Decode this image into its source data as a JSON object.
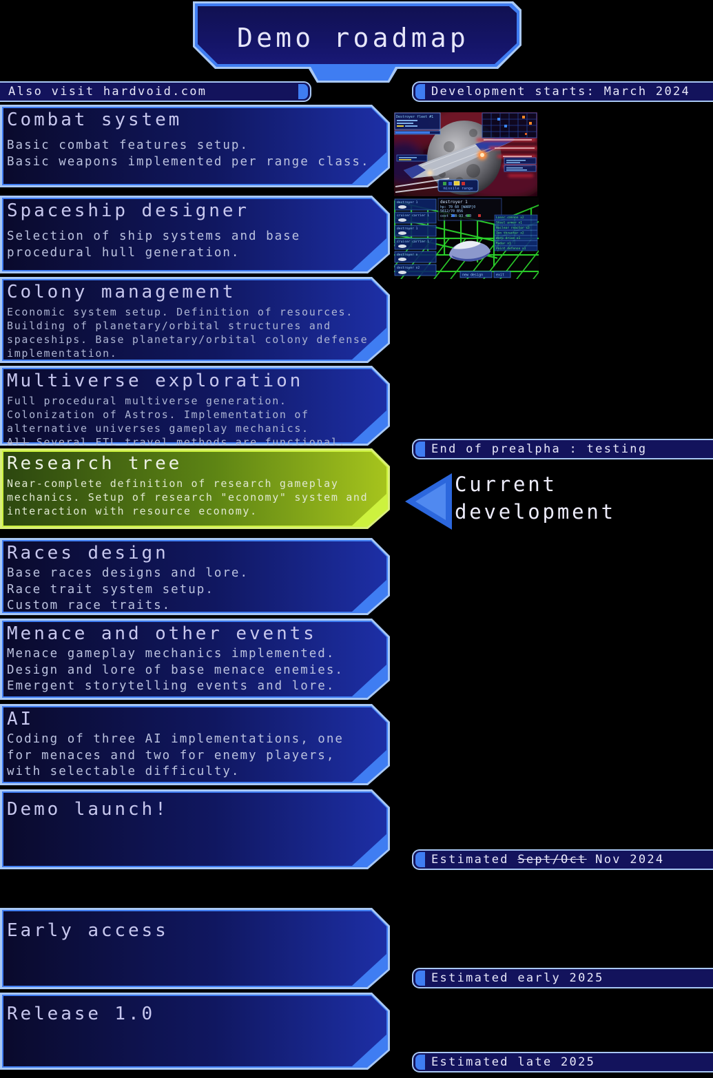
{
  "page_title": "Demo roadmap",
  "visit_banner": "Also visit hardvoid.com",
  "timeline": {
    "dev_start": "Development starts: March 2024",
    "prealpha_end": "End of prealpha : testing",
    "demo_estimate": {
      "pre": "Estimated ",
      "struck": "Sept/Oct",
      "post": " Nov 2024"
    },
    "early_access_estimate": "Estimated early 2025",
    "release_estimate": "Estimated late 2025"
  },
  "current_marker": "Current\ndevelopment",
  "cards": [
    {
      "title": "Combat system",
      "body": "Basic combat features setup.\nBasic weapons implemented per range class."
    },
    {
      "title": "Spaceship designer",
      "body": "Selection of ship systems and base\nprocedural hull generation."
    },
    {
      "title": "Colony management",
      "body": "Economic system setup. Definition of resources.\nBuilding of planetary/orbital structures and\nspaceships. Base planetary/orbital colony defense\nimplementation."
    },
    {
      "title": "Multiverse exploration",
      "body": "Full procedural multiverse generation.\nColonization of Astros. Implementation of\nalternative universes gameplay mechanics.\n",
      "struck": "All",
      "post": " Several FTL travel methods are functional."
    },
    {
      "title": "Research tree",
      "body": "Near-complete definition of research gameplay\nmechanics. Setup of research \"economy\" system and\ninteraction with resource economy."
    },
    {
      "title": "Races design",
      "body": "Base races designs and lore.\nRace trait system setup.\nCustom race traits."
    },
    {
      "title": "Menace and other events",
      "body": "Menace gameplay mechanics implemented.\nDesign and lore of base menace enemies.\nEmergent storytelling events and lore."
    },
    {
      "title": "AI",
      "body": "Coding of three AI implementations, one\nfor menaces and two for enemy players,\nwith selectable difficulty."
    },
    {
      "title": "Demo launch!"
    },
    {
      "title": "Early access"
    },
    {
      "title": "Release 1.0"
    }
  ],
  "screenshots": {
    "combat": {
      "hud_fleet": "Destroyer fleet #1",
      "range_label": "missile range"
    },
    "designer": {
      "header": "destroyer 1",
      "stats": [
        "hp: 70 60 [WARP]0",
        "5612/70 B56",
        "cost 198 93 460"
      ],
      "ship_list": [
        "destroyer 1",
        "cruiser carrier 1",
        "destroyer 1",
        "cruiser carrier 1",
        "destroyer n",
        "destroyer n2"
      ],
      "systems": [
        "Laser cannon x2",
        "Steel armor x1",
        "Nuclear reactor x3",
        "Ion thruster x2",
        "Warp drive x1",
        "Radar x1",
        "Point defense x1"
      ],
      "buttons": [
        "new design",
        "exit"
      ]
    }
  },
  "colors": {
    "accent_blue": "#3f7df2",
    "border_light": "#a9c8f4",
    "card_fill_dark": "#0a0a2c",
    "card_fill_bright": "#1d2fa6",
    "green_border": "#cdf23e",
    "green_fill_bright": "#a6c41d",
    "banner_fill": "#13135c",
    "grid_green": "#2bd42b"
  }
}
